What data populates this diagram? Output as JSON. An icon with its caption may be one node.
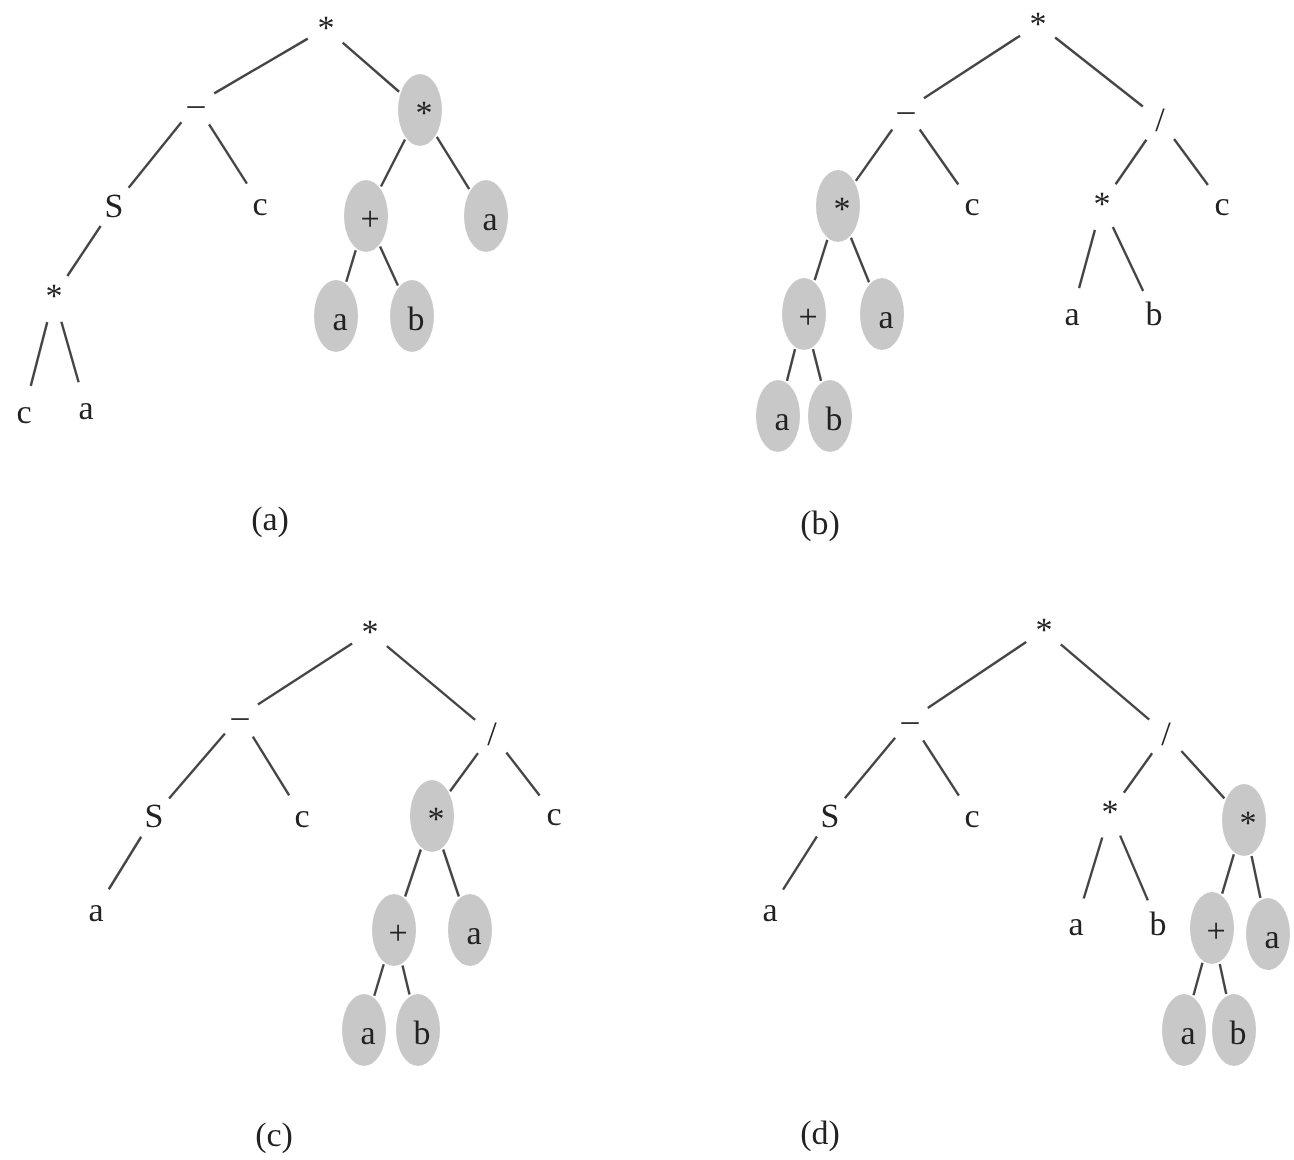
{
  "diagram": {
    "nodes": [
      {
        "text": [
          "*"
        ]
      },
      {
        "text": [
          "–"
        ]
      },
      {
        "text": [],
        "shape": "ellipse"
      },
      {
        "text": [
          "*"
        ],
        "in": 2
      },
      {
        "text": [
          "S"
        ]
      },
      {
        "text": [
          "c"
        ]
      },
      {
        "text": [],
        "shape": "ellipse"
      },
      {
        "text": [
          "+"
        ],
        "in": 6
      },
      {
        "text": [],
        "shape": "ellipse"
      },
      {
        "text": [
          "a"
        ],
        "in": 8
      },
      {
        "text": [
          "*"
        ]
      },
      {
        "text": [],
        "shape": "ellipse"
      },
      {
        "text": [
          "a"
        ],
        "in": 11
      },
      {
        "text": [],
        "shape": "ellipse"
      },
      {
        "text": [
          "b"
        ],
        "in": 13
      },
      {
        "text": [
          "c"
        ]
      },
      {
        "text": [
          "a"
        ]
      },
      {
        "text": [
          "*"
        ]
      },
      {
        "text": [
          "–"
        ]
      },
      {
        "text": [
          "/"
        ]
      },
      {
        "text": [],
        "shape": "ellipse"
      },
      {
        "text": [
          "*"
        ],
        "in": 20
      },
      {
        "text": [
          "c"
        ]
      },
      {
        "text": [
          "*"
        ]
      },
      {
        "text": [
          "c"
        ]
      },
      {
        "text": [],
        "shape": "ellipse"
      },
      {
        "text": [
          "+"
        ],
        "in": 25
      },
      {
        "text": [],
        "shape": "ellipse"
      },
      {
        "text": [
          "a"
        ],
        "in": 27
      },
      {
        "text": [
          "a"
        ]
      },
      {
        "text": [
          "b"
        ]
      },
      {
        "text": [],
        "shape": "ellipse"
      },
      {
        "text": [
          "a"
        ],
        "in": 31
      },
      {
        "text": [],
        "shape": "ellipse"
      },
      {
        "text": [
          "b"
        ],
        "in": 33
      },
      {
        "text": [
          "*"
        ]
      },
      {
        "text": [
          "–"
        ]
      },
      {
        "text": [
          "/"
        ]
      },
      {
        "text": [
          "S"
        ]
      },
      {
        "text": [
          "c"
        ]
      },
      {
        "text": [],
        "shape": "ellipse"
      },
      {
        "text": [
          "*"
        ],
        "in": 40
      },
      {
        "text": [
          "c"
        ]
      },
      {
        "text": [
          "a"
        ]
      },
      {
        "text": [],
        "shape": "ellipse"
      },
      {
        "text": [
          "+"
        ],
        "in": 44
      },
      {
        "text": [],
        "shape": "ellipse"
      },
      {
        "text": [
          "a"
        ],
        "in": 46
      },
      {
        "text": [],
        "shape": "ellipse"
      },
      {
        "text": [
          "a"
        ],
        "in": 48
      },
      {
        "text": [],
        "shape": "ellipse"
      },
      {
        "text": [
          "b"
        ],
        "in": 50
      },
      {
        "text": [
          "*"
        ]
      },
      {
        "text": [
          "–"
        ]
      },
      {
        "text": [
          "/"
        ]
      },
      {
        "text": [
          "S"
        ]
      },
      {
        "text": [
          "c"
        ]
      },
      {
        "text": [
          "*"
        ]
      },
      {
        "text": [],
        "shape": "ellipse"
      },
      {
        "text": [
          "*"
        ],
        "in": 58
      },
      {
        "text": [
          "a"
        ]
      },
      {
        "text": [
          "a"
        ]
      },
      {
        "text": [
          "b"
        ]
      },
      {
        "text": [],
        "shape": "ellipse"
      },
      {
        "text": [
          "+"
        ],
        "in": 63
      },
      {
        "text": [],
        "shape": "ellipse"
      },
      {
        "text": [
          "a"
        ],
        "in": 65
      },
      {
        "text": [],
        "shape": "ellipse"
      },
      {
        "text": [
          "a"
        ],
        "in": 67
      },
      {
        "text": [],
        "shape": "ellipse"
      },
      {
        "text": [
          "b"
        ],
        "in": 69
      }
    ],
    "edges": [
      {
        "from": 0,
        "to": 1,
        "arrow": "none"
      },
      {
        "from": 0,
        "to": 2,
        "arrow": "none"
      },
      {
        "from": 1,
        "to": 4,
        "arrow": "none"
      },
      {
        "from": 1,
        "to": 5,
        "arrow": "none"
      },
      {
        "from": 2,
        "to": 6,
        "arrow": "none"
      },
      {
        "from": 2,
        "to": 8,
        "arrow": "none"
      },
      {
        "from": 4,
        "to": 10,
        "arrow": "none"
      },
      {
        "from": 6,
        "to": 11,
        "arrow": "none"
      },
      {
        "from": 6,
        "to": 13,
        "arrow": "none"
      },
      {
        "from": 10,
        "to": 15,
        "arrow": "none"
      },
      {
        "from": 10,
        "to": 16,
        "arrow": "none"
      },
      {
        "from": 17,
        "to": 18,
        "arrow": "none"
      },
      {
        "from": 17,
        "to": 19,
        "arrow": "none"
      },
      {
        "from": 18,
        "to": 20,
        "arrow": "none"
      },
      {
        "from": 18,
        "to": 22,
        "arrow": "none"
      },
      {
        "from": 19,
        "to": 23,
        "arrow": "none"
      },
      {
        "from": 19,
        "to": 24,
        "arrow": "none"
      },
      {
        "from": 20,
        "to": 25,
        "arrow": "none"
      },
      {
        "from": 20,
        "to": 27,
        "arrow": "none"
      },
      {
        "from": 23,
        "to": 29,
        "arrow": "none"
      },
      {
        "from": 23,
        "to": 30,
        "arrow": "none"
      },
      {
        "from": 25,
        "to": 31,
        "arrow": "none"
      },
      {
        "from": 25,
        "to": 33,
        "arrow": "none"
      },
      {
        "from": 35,
        "to": 36,
        "arrow": "none"
      },
      {
        "from": 35,
        "to": 37,
        "arrow": "none"
      },
      {
        "from": 36,
        "to": 38,
        "arrow": "none"
      },
      {
        "from": 36,
        "to": 39,
        "arrow": "none"
      },
      {
        "from": 37,
        "to": 40,
        "arrow": "none"
      },
      {
        "from": 37,
        "to": 42,
        "arrow": "none"
      },
      {
        "from": 38,
        "to": 43,
        "arrow": "none"
      },
      {
        "from": 40,
        "to": 44,
        "arrow": "none"
      },
      {
        "from": 40,
        "to": 46,
        "arrow": "none"
      },
      {
        "from": 44,
        "to": 48,
        "arrow": "none"
      },
      {
        "from": 44,
        "to": 50,
        "arrow": "none"
      },
      {
        "from": 52,
        "to": 53,
        "arrow": "none"
      },
      {
        "from": 52,
        "to": 54,
        "arrow": "none"
      },
      {
        "from": 53,
        "to": 55,
        "arrow": "none"
      },
      {
        "from": 53,
        "to": 56,
        "arrow": "none"
      },
      {
        "from": 54,
        "to": 57,
        "arrow": "none"
      },
      {
        "from": 54,
        "to": 58,
        "arrow": "none"
      },
      {
        "from": 55,
        "to": 60,
        "arrow": "none"
      },
      {
        "from": 57,
        "to": 61,
        "arrow": "none"
      },
      {
        "from": 57,
        "to": 62,
        "arrow": "none"
      },
      {
        "from": 58,
        "to": 63,
        "arrow": "none"
      },
      {
        "from": 58,
        "to": 65,
        "arrow": "none"
      },
      {
        "from": 63,
        "to": 67,
        "arrow": "none"
      },
      {
        "from": 63,
        "to": 69,
        "arrow": "none"
      }
    ],
    "labels": [
      "(a)",
      "(b)",
      "(c)",
      "(d)"
    ]
  }
}
